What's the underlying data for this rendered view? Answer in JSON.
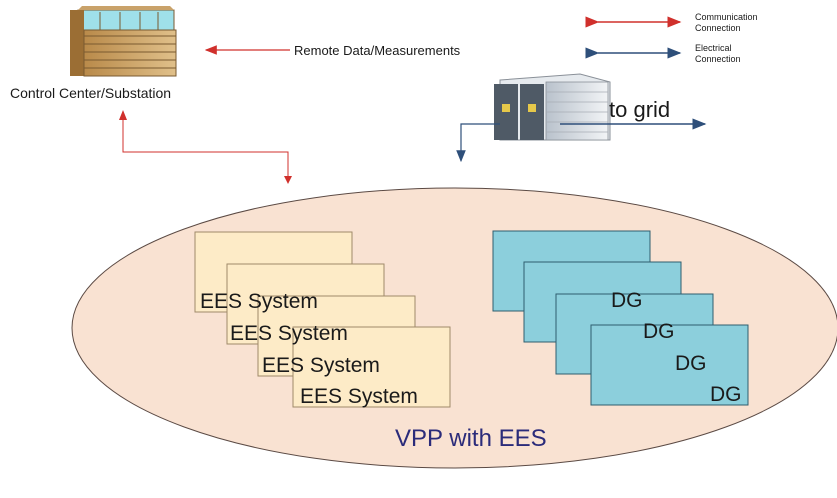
{
  "control_center": {
    "label": "Control Center/Substation"
  },
  "remote_data": {
    "label": "Remote Data/Measurements"
  },
  "legend": {
    "communication": "Communication Connection",
    "communication_lines": [
      "Communication",
      "Connection"
    ],
    "electrical": "Electrical Connection",
    "electrical_lines": [
      "Electrical",
      "Connection"
    ]
  },
  "grid": {
    "label": "to grid"
  },
  "vpp": {
    "label": "VPP with EES"
  },
  "ees_systems": [
    "EES System",
    "EES System",
    "EES System",
    "EES System"
  ],
  "dg_units": [
    "DG",
    "DG",
    "DG",
    "DG"
  ],
  "colors": {
    "communication": "#d0302c",
    "electrical": "#2e4f7a",
    "ellipse_fill": "#f9e2d2",
    "ees_fill": "#fdebc7",
    "dg_fill": "#8ccfdc",
    "vpp_text": "#2b2b7a"
  }
}
